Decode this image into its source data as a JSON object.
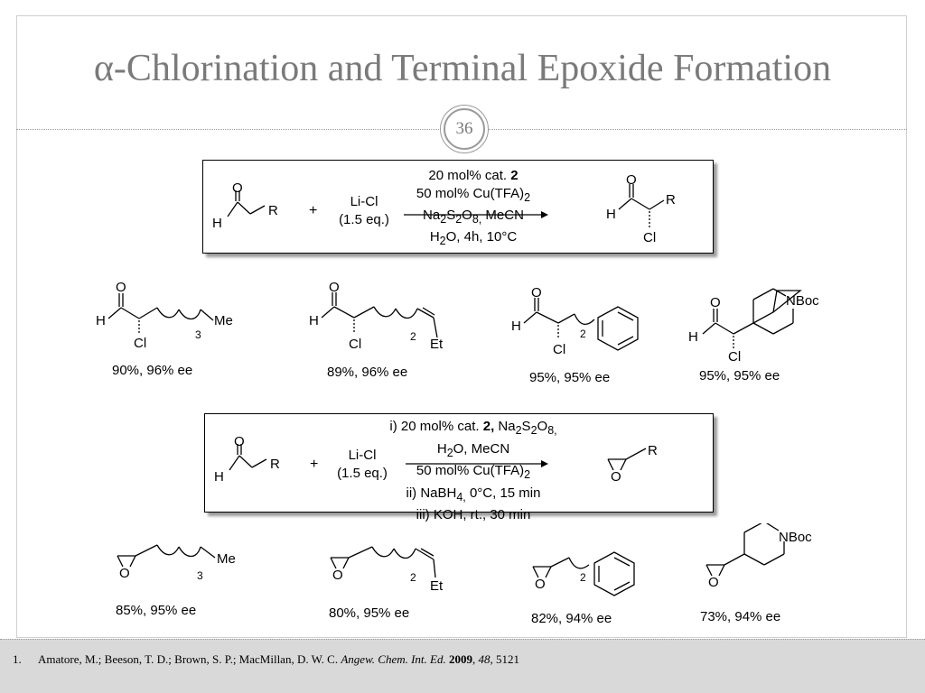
{
  "slide": {
    "title_alpha": "α",
    "title_rest": "-Chlorination and Terminal Epoxide Formation",
    "page_number": "36"
  },
  "scheme1": {
    "reagent": [
      "Li-Cl",
      "(1.5 eq.)"
    ],
    "plus": "+",
    "conditions": {
      "line1_a": "20 mol% cat. ",
      "line1_b": "2",
      "line2_a": "50 mol% Cu(TFA)",
      "line2_sub": "2",
      "line3_a": "Na",
      "line3_s1": "2",
      "line3_b": "S",
      "line3_s2": "2",
      "line3_c": "O",
      "line3_s3": "8,",
      "line3_d": " MeCN",
      "line4_a": "H",
      "line4_s1": "2",
      "line4_b": "O, 4h, 10°C"
    }
  },
  "scheme2": {
    "reagent": [
      "Li-Cl",
      "(1.5 eq.)"
    ],
    "plus": "+",
    "conditions": {
      "line1_a": "i) 20 mol% cat. ",
      "line1_b": "2,",
      "line1_c": " Na",
      "line1_s1": "2",
      "line1_d": "S",
      "line1_s2": "2",
      "line1_e": "O",
      "line1_s3": "8,",
      "line2_a": "H",
      "line2_s1": "2",
      "line2_b": "O, MeCN",
      "line3_a": "50 mol% Cu(TFA)",
      "line3_sub": "2",
      "line4_a": "ii) NaBH",
      "line4_s1": "4,",
      "line4_b": " 0°C, 15 min",
      "line5": "iii) KOH, rt., 30 min"
    }
  },
  "atoms": {
    "O": "O",
    "H": "H",
    "R": "R",
    "Cl": "Cl",
    "Me": "Me",
    "Et": "Et",
    "NBoc": "NBoc",
    "n3": "3",
    "n2": "2"
  },
  "products_chlorination": [
    {
      "yield": "90%, 96% ee"
    },
    {
      "yield": "89%, 96% ee"
    },
    {
      "yield": "95%, 95% ee"
    },
    {
      "yield": "95%, 95% ee"
    }
  ],
  "products_epoxide": [
    {
      "yield": "85%, 95% ee"
    },
    {
      "yield": "80%, 95% ee"
    },
    {
      "yield": "82%, 94% ee"
    },
    {
      "yield": "73%, 94% ee"
    }
  ],
  "reference": {
    "number": "1.",
    "authors": "Amatore, M.; Beeson, T. D.; Brown, S. P.; MacMillan, D. W. C. ",
    "journal": "Angew. Chem. Int. Ed.",
    "year": "2009",
    "volume": "48",
    "pages": "5121"
  }
}
